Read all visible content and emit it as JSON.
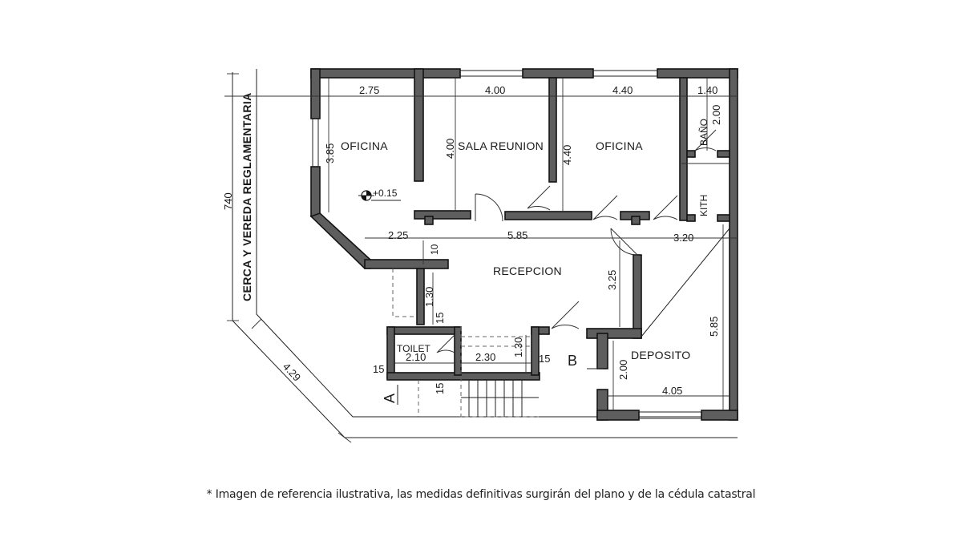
{
  "plan": {
    "rooms": {
      "oficina_left": "OFICINA",
      "sala_reunion": "SALA REUNION",
      "oficina_right": "OFICINA",
      "bano": "BAÑO",
      "kith": "KITH",
      "recepcion": "RECEPCION",
      "toilet": "TOILET",
      "deposito": "DEPOSITO"
    },
    "dimensions": {
      "top_oficina": "2.75",
      "top_sala": "4.00",
      "top_oficina_right": "4.40",
      "top_bano": "1.40",
      "bano_height": "2.00",
      "oficina_height": "3.85",
      "sala_height": "4.00",
      "oficina_right_height": "4.40",
      "level": "+0.15",
      "recep_left": "2.25",
      "recep_mid": "5.85",
      "recep_right": "3.20",
      "wall_ten": "10",
      "recep_height": "3.25",
      "stair_height": "1.30",
      "fifteen_a": "15",
      "toilet_width": "2.10",
      "stair_width": "2.30",
      "stair_rise": "1.30",
      "fifteen_b": "15",
      "fifteen_c": "15",
      "fifteen_d": "15",
      "deposito_height": "2.00",
      "deposito_width": "4.05",
      "deposito_tall": "5.85",
      "diag_side": "4.29",
      "cut_top": "740"
    },
    "sections": {
      "a": "A",
      "b": "B"
    },
    "side_label": "CERCA Y VEREDA REGLAMENTARIA"
  },
  "disclaimer": "* Imagen de referencia ilustrativa, las medidas definitivas surgirán del plano y de la cédula catastral"
}
